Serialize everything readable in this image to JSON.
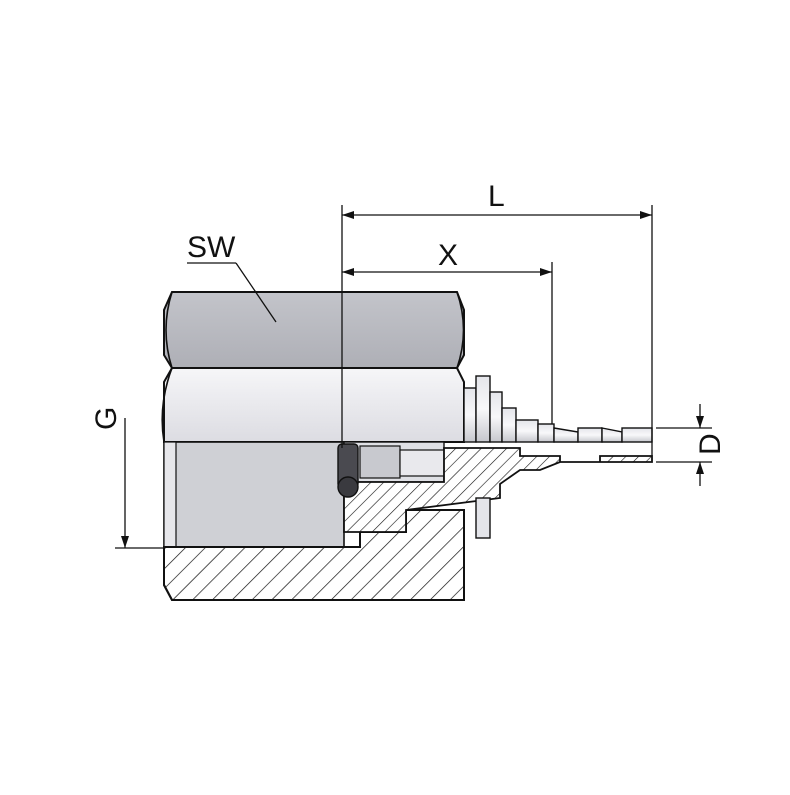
{
  "labels": {
    "L": "L",
    "X": "X",
    "SW": "SW",
    "G": "G",
    "D": "D"
  },
  "colors": {
    "line": "#111111",
    "hex_face_top": "#b9bac0",
    "hex_face_mid": "#eeeef2",
    "bore": "#c9cacf",
    "section_fill": "#ffffff",
    "oring": "#3a3a3f"
  }
}
